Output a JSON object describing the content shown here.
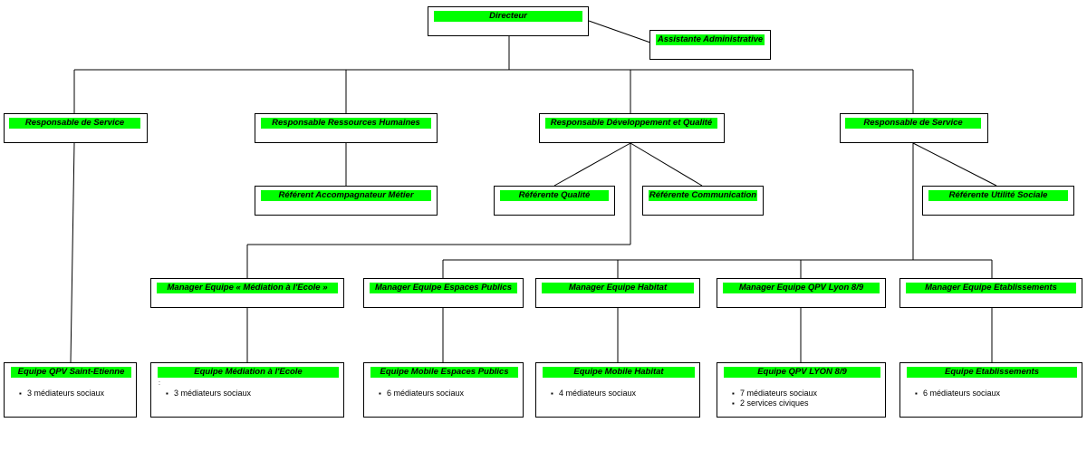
{
  "director": "Directeur",
  "assistant": "Assistante Administrative",
  "level2": {
    "service_left": "Responsable de Service",
    "rh": "Responsable Ressources Humaines",
    "dev": "Responsable Développement et Qualité",
    "service_right": "Responsable de Service"
  },
  "level3": {
    "referent_metier": "Référent Accompagnateur Métier",
    "referente_qualite": "Référente Qualité",
    "referente_com": "Référente Communication",
    "referente_utilite": "Référente Utilité Sociale"
  },
  "managers": {
    "mediation": "Manager Equipe « Médiation à l'Ecole »",
    "espaces": "Manager Equipe Espaces Publics",
    "habitat": "Manager Equipe Habitat",
    "lyon": "Manager Equipe QPV Lyon 8/9",
    "etablissements": "Manager Equipe Etablissements"
  },
  "teams": {
    "saint_etienne": {
      "title": "Equipe QPV Saint-Etienne",
      "items": [
        "3 médiateurs sociaux"
      ]
    },
    "mediation": {
      "title": "Equipe  Médiation à l'Ecole",
      "mark": ":",
      "items": [
        "3 médiateurs sociaux"
      ]
    },
    "espaces": {
      "title": "Equipe Mobile  Espaces Publics",
      "items": [
        "6 médiateurs sociaux"
      ]
    },
    "habitat": {
      "title": "Equipe Mobile  Habitat",
      "items": [
        "4 médiateurs sociaux"
      ]
    },
    "lyon": {
      "title": "Equipe QPV LYON 8/9",
      "items": [
        "7 médiateurs sociaux",
        "2 services civiques"
      ]
    },
    "etablissements": {
      "title": "Equipe Etablissements",
      "items": [
        "6 médiateurs sociaux"
      ]
    }
  }
}
